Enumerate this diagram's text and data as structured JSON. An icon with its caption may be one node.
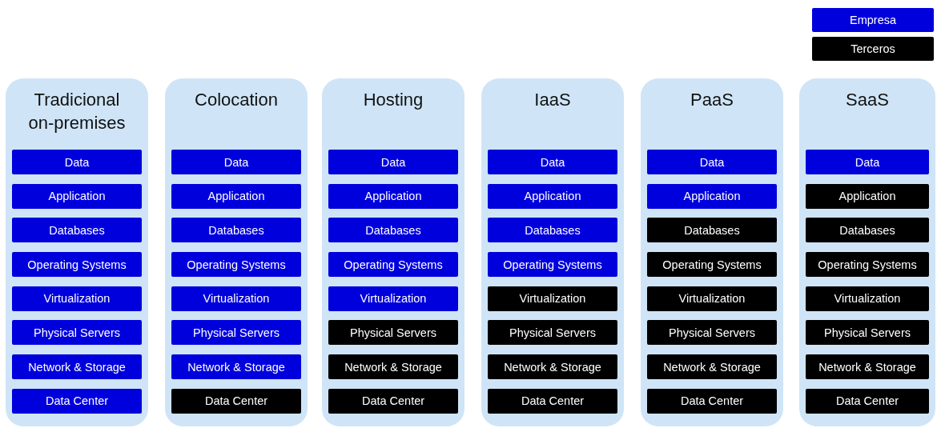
{
  "diagram": {
    "nodes": [
      {
        "text": [
          "Tradicional on-premises"
        ]
      },
      {
        "text": [
          "Data"
        ],
        "in": 0
      },
      {
        "text": [
          "Application"
        ],
        "in": 0
      },
      {
        "text": [
          "Databases"
        ],
        "in": 0
      },
      {
        "text": [
          "Operating Systems"
        ],
        "in": 0
      },
      {
        "text": [
          "Virtualization"
        ],
        "in": 0
      },
      {
        "text": [
          "Physical Servers"
        ],
        "in": 0
      },
      {
        "text": [
          "Network & Storage"
        ],
        "in": 0
      },
      {
        "text": [
          "Data Center"
        ],
        "in": 0
      },
      {
        "text": [
          "Colocation"
        ]
      },
      {
        "text": [
          "Data"
        ],
        "in": 9
      },
      {
        "text": [
          "Application"
        ],
        "in": 9
      },
      {
        "text": [
          "Databases"
        ],
        "in": 9
      },
      {
        "text": [
          "Operating Systems"
        ],
        "in": 9
      },
      {
        "text": [
          "Virtualization"
        ],
        "in": 9
      },
      {
        "text": [
          "Physical Servers"
        ],
        "in": 9
      },
      {
        "text": [
          "Network & Storage"
        ],
        "in": 9
      },
      {
        "text": [
          "Data Center"
        ],
        "in": 9
      },
      {
        "text": [
          "Hosting"
        ]
      },
      {
        "text": [
          "Data"
        ],
        "in": 18
      },
      {
        "text": [
          "Application"
        ],
        "in": 18
      },
      {
        "text": [
          "Databases"
        ],
        "in": 18
      },
      {
        "text": [
          "Operating Systems"
        ],
        "in": 18
      },
      {
        "text": [
          "Virtualization"
        ],
        "in": 18
      },
      {
        "text": [
          "Physical Servers"
        ],
        "in": 18
      },
      {
        "text": [
          "Network & Storage"
        ],
        "in": 18
      },
      {
        "text": [
          "Data Center"
        ],
        "in": 18
      },
      {
        "text": [
          "IaaS"
        ]
      },
      {
        "text": [
          "Data"
        ],
        "in": 27
      },
      {
        "text": [
          "Application"
        ],
        "in": 27
      },
      {
        "text": [
          "Databases"
        ],
        "in": 27
      },
      {
        "text": [
          "Operating Systems"
        ],
        "in": 27
      },
      {
        "text": [
          "Virtualization"
        ],
        "in": 27
      },
      {
        "text": [
          "Physical Servers"
        ],
        "in": 27
      },
      {
        "text": [
          "Network & Storage"
        ],
        "in": 27
      },
      {
        "text": [
          "Data Center"
        ],
        "in": 27
      },
      {
        "text": [
          "PaaS"
        ]
      },
      {
        "text": [
          "Data"
        ],
        "in": 36
      },
      {
        "text": [
          "Application"
        ],
        "in": 36
      },
      {
        "text": [
          "Databases"
        ],
        "in": 36
      },
      {
        "text": [
          "Operating Systems"
        ],
        "in": 36
      },
      {
        "text": [
          "Virtualization"
        ],
        "in": 36
      },
      {
        "text": [
          "Physical Servers"
        ],
        "in": 36
      },
      {
        "text": [
          "Network & Storage"
        ],
        "in": 36
      },
      {
        "text": [
          "Data Center"
        ],
        "in": 36
      },
      {
        "text": [
          "SaaS"
        ]
      },
      {
        "text": [
          "Data"
        ],
        "in": 45
      },
      {
        "text": [
          "Application"
        ],
        "in": 45
      },
      {
        "text": [
          "Databases"
        ],
        "in": 45
      },
      {
        "text": [
          "Operating Systems"
        ],
        "in": 45
      },
      {
        "text": [
          "Virtualization"
        ],
        "in": 45
      },
      {
        "text": [
          "Physical Servers"
        ],
        "in": 45
      },
      {
        "text": [
          "Network & Storage"
        ],
        "in": 45
      },
      {
        "text": [
          "Data Center"
        ],
        "in": 45
      }
    ],
    "legend": [
      {
        "text": "Empresa",
        "color": "#0000dd"
      },
      {
        "text": "Terceros",
        "color": "#000000"
      }
    ]
  }
}
